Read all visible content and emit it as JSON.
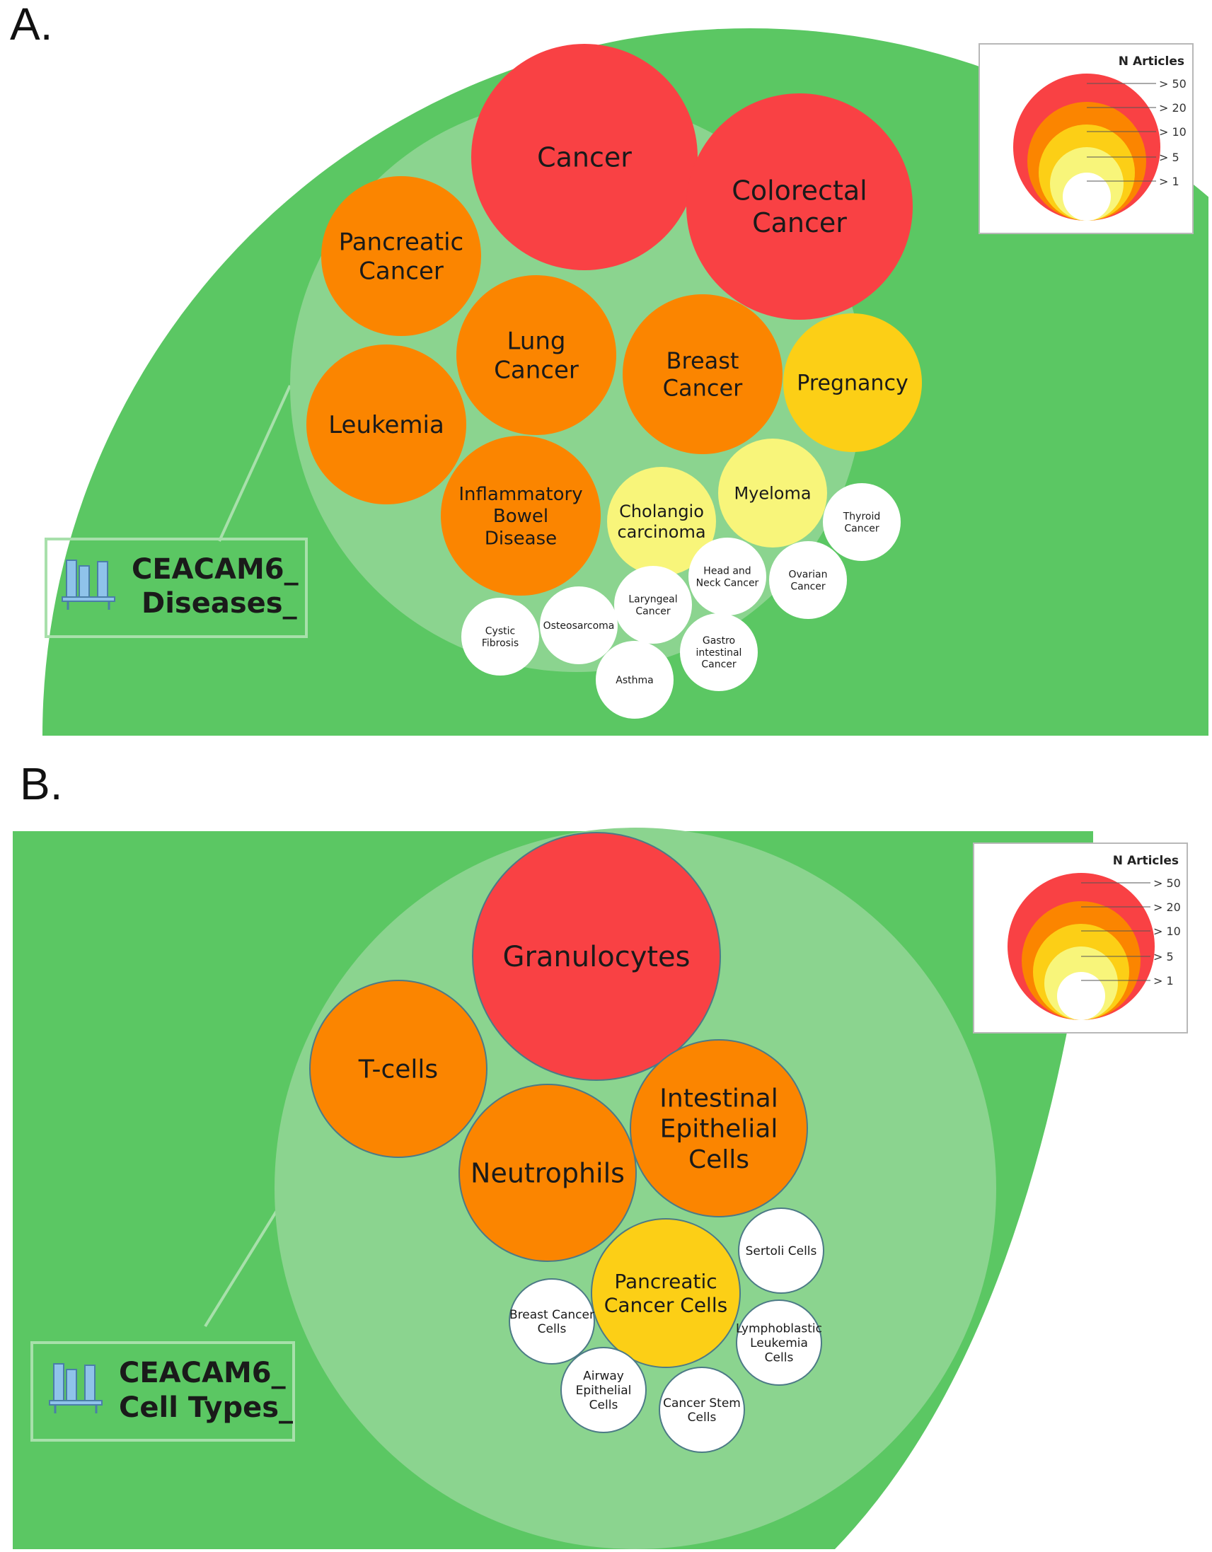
{
  "panels": [
    {
      "letter": "A.",
      "title_line1": "CEACAM6_",
      "title_line2": "Diseases_",
      "legend": {
        "title": "N Articles",
        "ticks": [
          "> 50",
          "> 20",
          "> 10",
          "> 5",
          "> 1"
        ]
      },
      "bubbles": [
        {
          "label": "Cancer",
          "level": "> 50"
        },
        {
          "label": "Colorectal\nCancer",
          "level": "> 50"
        },
        {
          "label": "Pancreatic\nCancer",
          "level": "> 20"
        },
        {
          "label": "Lung\nCancer",
          "level": "> 20"
        },
        {
          "label": "Breast\nCancer",
          "level": "> 20"
        },
        {
          "label": "Pregnancy",
          "level": "> 10"
        },
        {
          "label": "Leukemia",
          "level": "> 20"
        },
        {
          "label": "Inflammatory\nBowel\nDisease",
          "level": "> 20"
        },
        {
          "label": "Cholangio\ncarcinoma",
          "level": "> 5"
        },
        {
          "label": "Myeloma",
          "level": "> 5"
        },
        {
          "label": "Thyroid\nCancer",
          "level": "> 1"
        },
        {
          "label": "Head and\nNeck Cancer",
          "level": "> 1"
        },
        {
          "label": "Ovarian\nCancer",
          "level": "> 1"
        },
        {
          "label": "Laryngeal\nCancer",
          "level": "> 1"
        },
        {
          "label": "Osteosarcoma",
          "level": "> 1"
        },
        {
          "label": "Cystic\nFibrosis",
          "level": "> 1"
        },
        {
          "label": "Gastro\nintestinal\nCancer",
          "level": "> 1"
        },
        {
          "label": "Asthma",
          "level": "> 1"
        }
      ]
    },
    {
      "letter": "B.",
      "title_line1": "CEACAM6_",
      "title_line2": "Cell Types_",
      "legend": {
        "title": "N Articles",
        "ticks": [
          "> 50",
          "> 20",
          "> 10",
          "> 5",
          "> 1"
        ]
      },
      "bubbles": [
        {
          "label": "Granulocytes",
          "level": "> 50"
        },
        {
          "label": "T-cells",
          "level": "> 20"
        },
        {
          "label": "Intestinal\nEpithelial\nCells",
          "level": "> 20"
        },
        {
          "label": "Neutrophils",
          "level": "> 20"
        },
        {
          "label": "Pancreatic\nCancer Cells",
          "level": "> 10"
        },
        {
          "label": "Sertoli Cells",
          "level": "> 1"
        },
        {
          "label": "Breast Cancer\nCells",
          "level": "> 1"
        },
        {
          "label": "Lymphoblastic\nLeukemia\nCells",
          "level": "> 1"
        },
        {
          "label": "Airway\nEpithelial\nCells",
          "level": "> 1"
        },
        {
          "label": "Cancer Stem\nCells",
          "level": "> 1"
        }
      ]
    }
  ],
  "colors": {
    "outer_green": "#5bc763",
    "inner_green": "#8bd48f",
    "level_50": "#f94144",
    "level_20": "#fb8500",
    "level_10": "#fccf16",
    "level_5": "#f8f57a",
    "level_1": "#ffffff",
    "icon_blue": "#8fc3ea"
  }
}
